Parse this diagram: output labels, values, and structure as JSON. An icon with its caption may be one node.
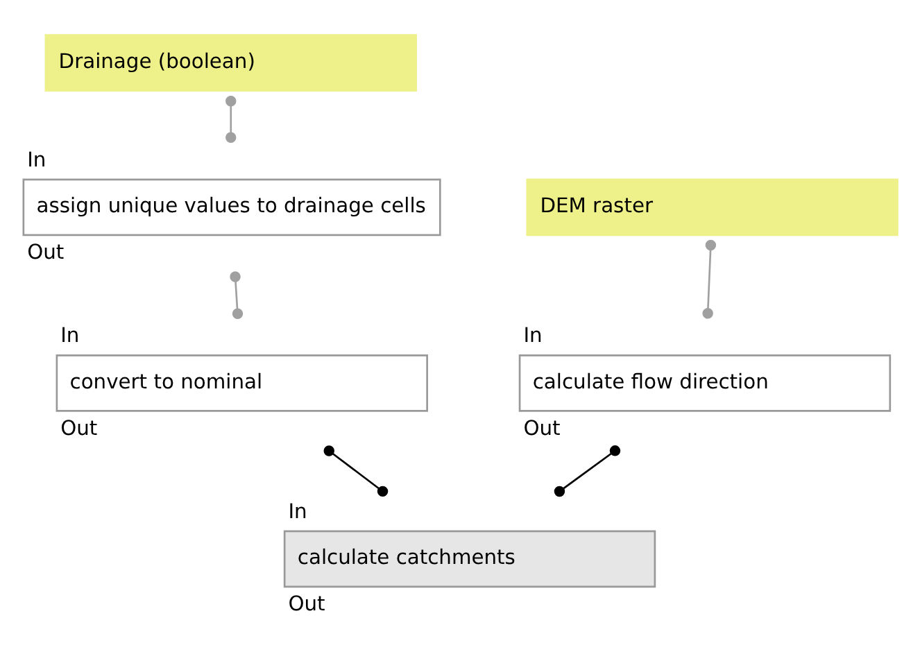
{
  "diagram": {
    "nodes": [
      {
        "text": [
          "Drainage (boolean)"
        ]
      },
      {
        "text": [
          "DEM raster"
        ]
      },
      {
        "text": [
          "assign unique values to drainage cells"
        ],
        "beside": [
          "In",
          "Out"
        ]
      },
      {
        "text": [
          "convert to nominal"
        ],
        "beside": [
          "In",
          "Out"
        ]
      },
      {
        "text": [
          "calculate flow direction"
        ],
        "beside": [
          "In",
          "Out"
        ]
      },
      {
        "text": [
          "calculate catchments"
        ],
        "beside": [
          "In",
          "Out"
        ]
      }
    ],
    "edges": [
      {
        "from": 0,
        "to": 2,
        "arrow": "other"
      },
      {
        "from": 2,
        "to": 3,
        "arrow": "other"
      },
      {
        "from": 1,
        "to": 4,
        "arrow": "other"
      },
      {
        "from": 3,
        "to": 5,
        "arrow": "other",
        "color": "#000000"
      },
      {
        "from": 4,
        "to": 5,
        "arrow": "other",
        "color": "#000000"
      }
    ]
  }
}
